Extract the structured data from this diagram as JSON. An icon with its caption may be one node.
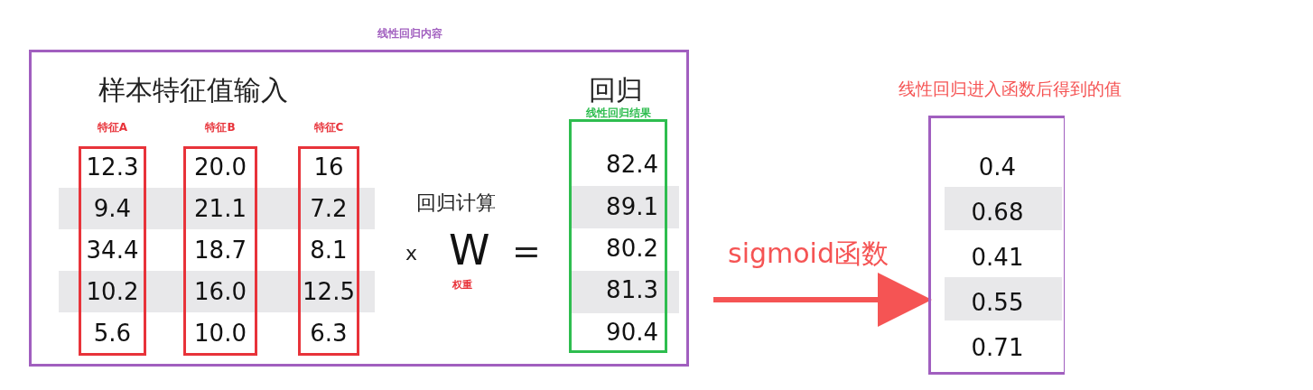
{
  "diagram": {
    "nodes": [
      {
        "text": [
          "线性回归内容"
        ]
      },
      {
        "text": [
          "特征A",
          "12.3",
          "9.4",
          "34.4",
          "10.2",
          "5.6"
        ],
        "in": 0
      },
      {
        "text": [
          "特征B",
          "20.0",
          "21.1",
          "18.7",
          "16.0",
          "10.0"
        ],
        "in": 0
      },
      {
        "text": [
          "特征C",
          "16",
          "7.2",
          "8.1",
          "12.5",
          "6.3"
        ],
        "in": 0
      },
      {
        "text": [
          "线性回归结果",
          "82.4",
          "89.1",
          "80.2",
          "81.3",
          "90.4"
        ],
        "in": 0,
        "beside": [
          "回归"
        ]
      },
      {
        "text": [
          "线性回归进入函数后得到的值",
          "0.4",
          "0.68",
          "0.41",
          "0.55",
          "0.71"
        ]
      }
    ],
    "edges": [
      {
        "from": 0,
        "to": 5,
        "arrow": "to",
        "label": "sigmoid函数"
      }
    ],
    "labels": [
      "样本特征值输入",
      "回归计算",
      "x",
      "W",
      "=",
      "权重"
    ]
  }
}
